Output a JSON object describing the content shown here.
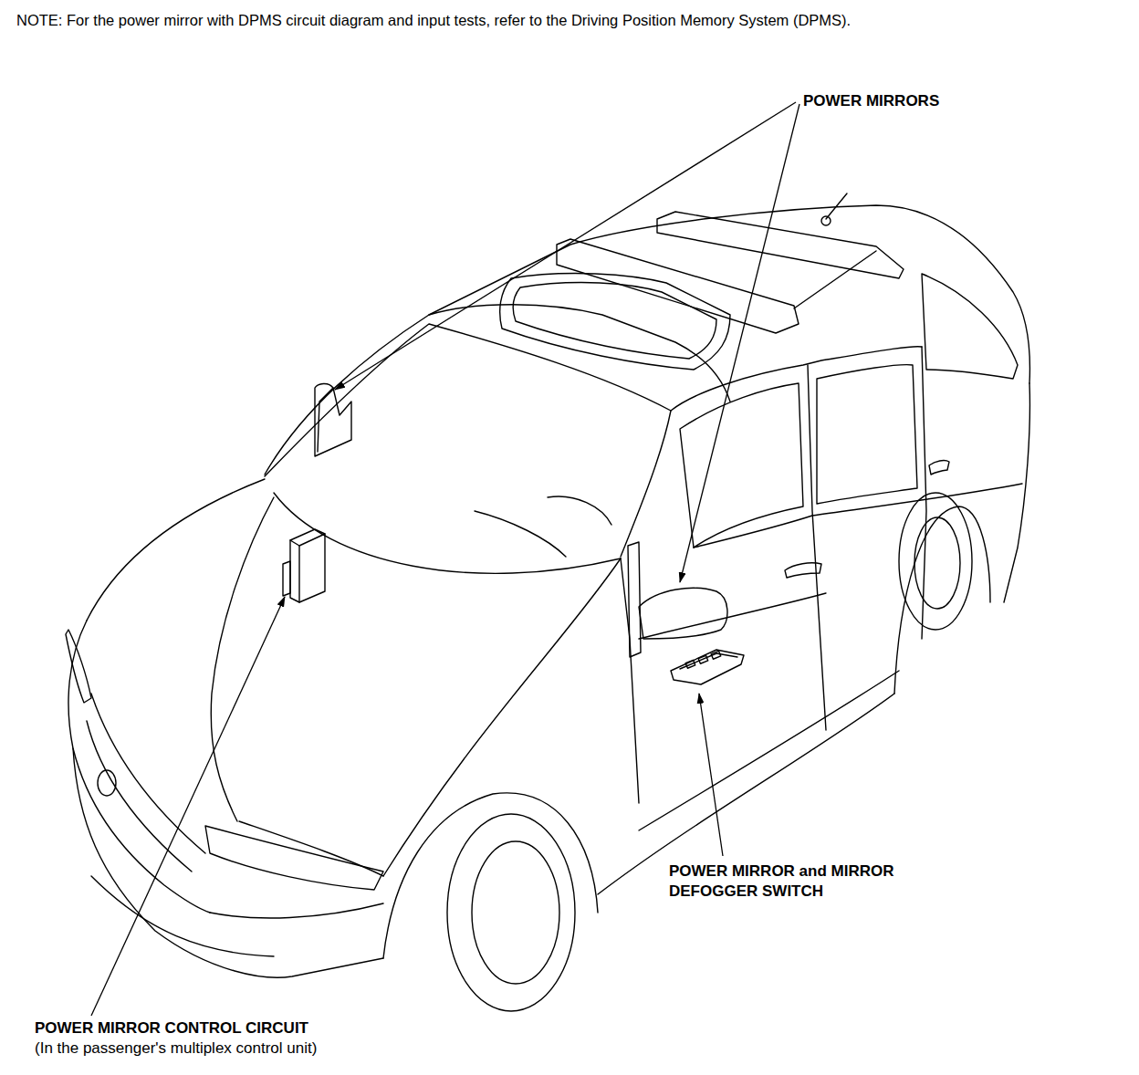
{
  "diagram": {
    "labels": [
      "NOTE: For the power mirror with DPMS circuit diagram and input tests, refer to the Driving Position Memory System (DPMS).",
      "POWER MIRRORS",
      "POWER MIRROR and MIRROR DEFOGGER SWITCH",
      "POWER MIRROR CONTROL CIRCUIT",
      "(In the passenger's multiplex control unit)"
    ]
  }
}
